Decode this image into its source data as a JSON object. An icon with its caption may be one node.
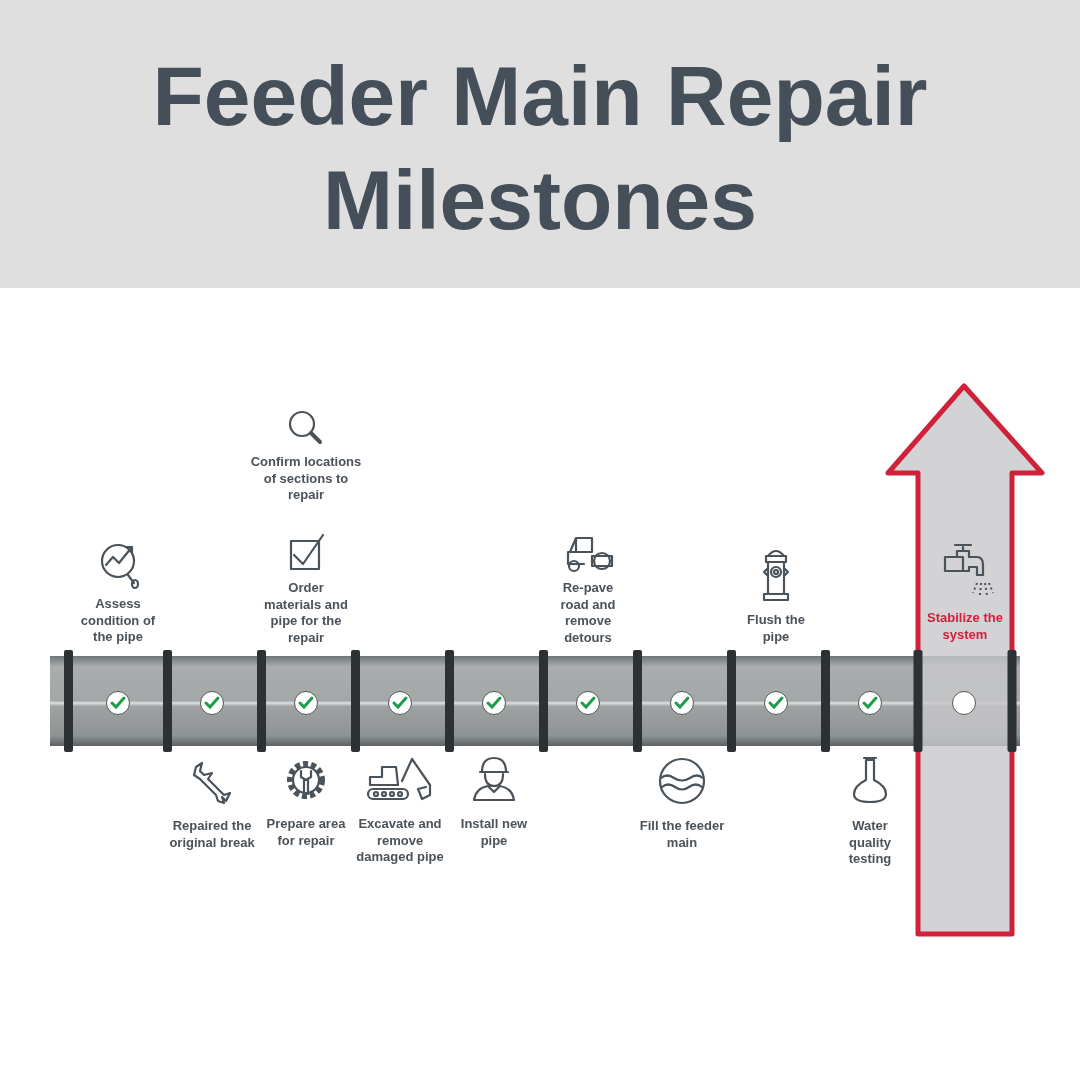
{
  "diagram": {
    "title": "Feeder Main Repair Milestones",
    "nodes": [
      {
        "text": [
          "Stabilize the system"
        ]
      }
    ],
    "labels": [
      "Assess condition of the pipe",
      "Repaired the original break",
      "Confirm locations of sections to repair",
      "Order materials and pipe for the repair",
      "Prepare area for repair",
      "Excavate and remove damaged pipe",
      "Install new pipe",
      "Re-pave road and remove detours",
      "Fill the feeder main",
      "Flush the pipe",
      "Water quality testing"
    ]
  }
}
